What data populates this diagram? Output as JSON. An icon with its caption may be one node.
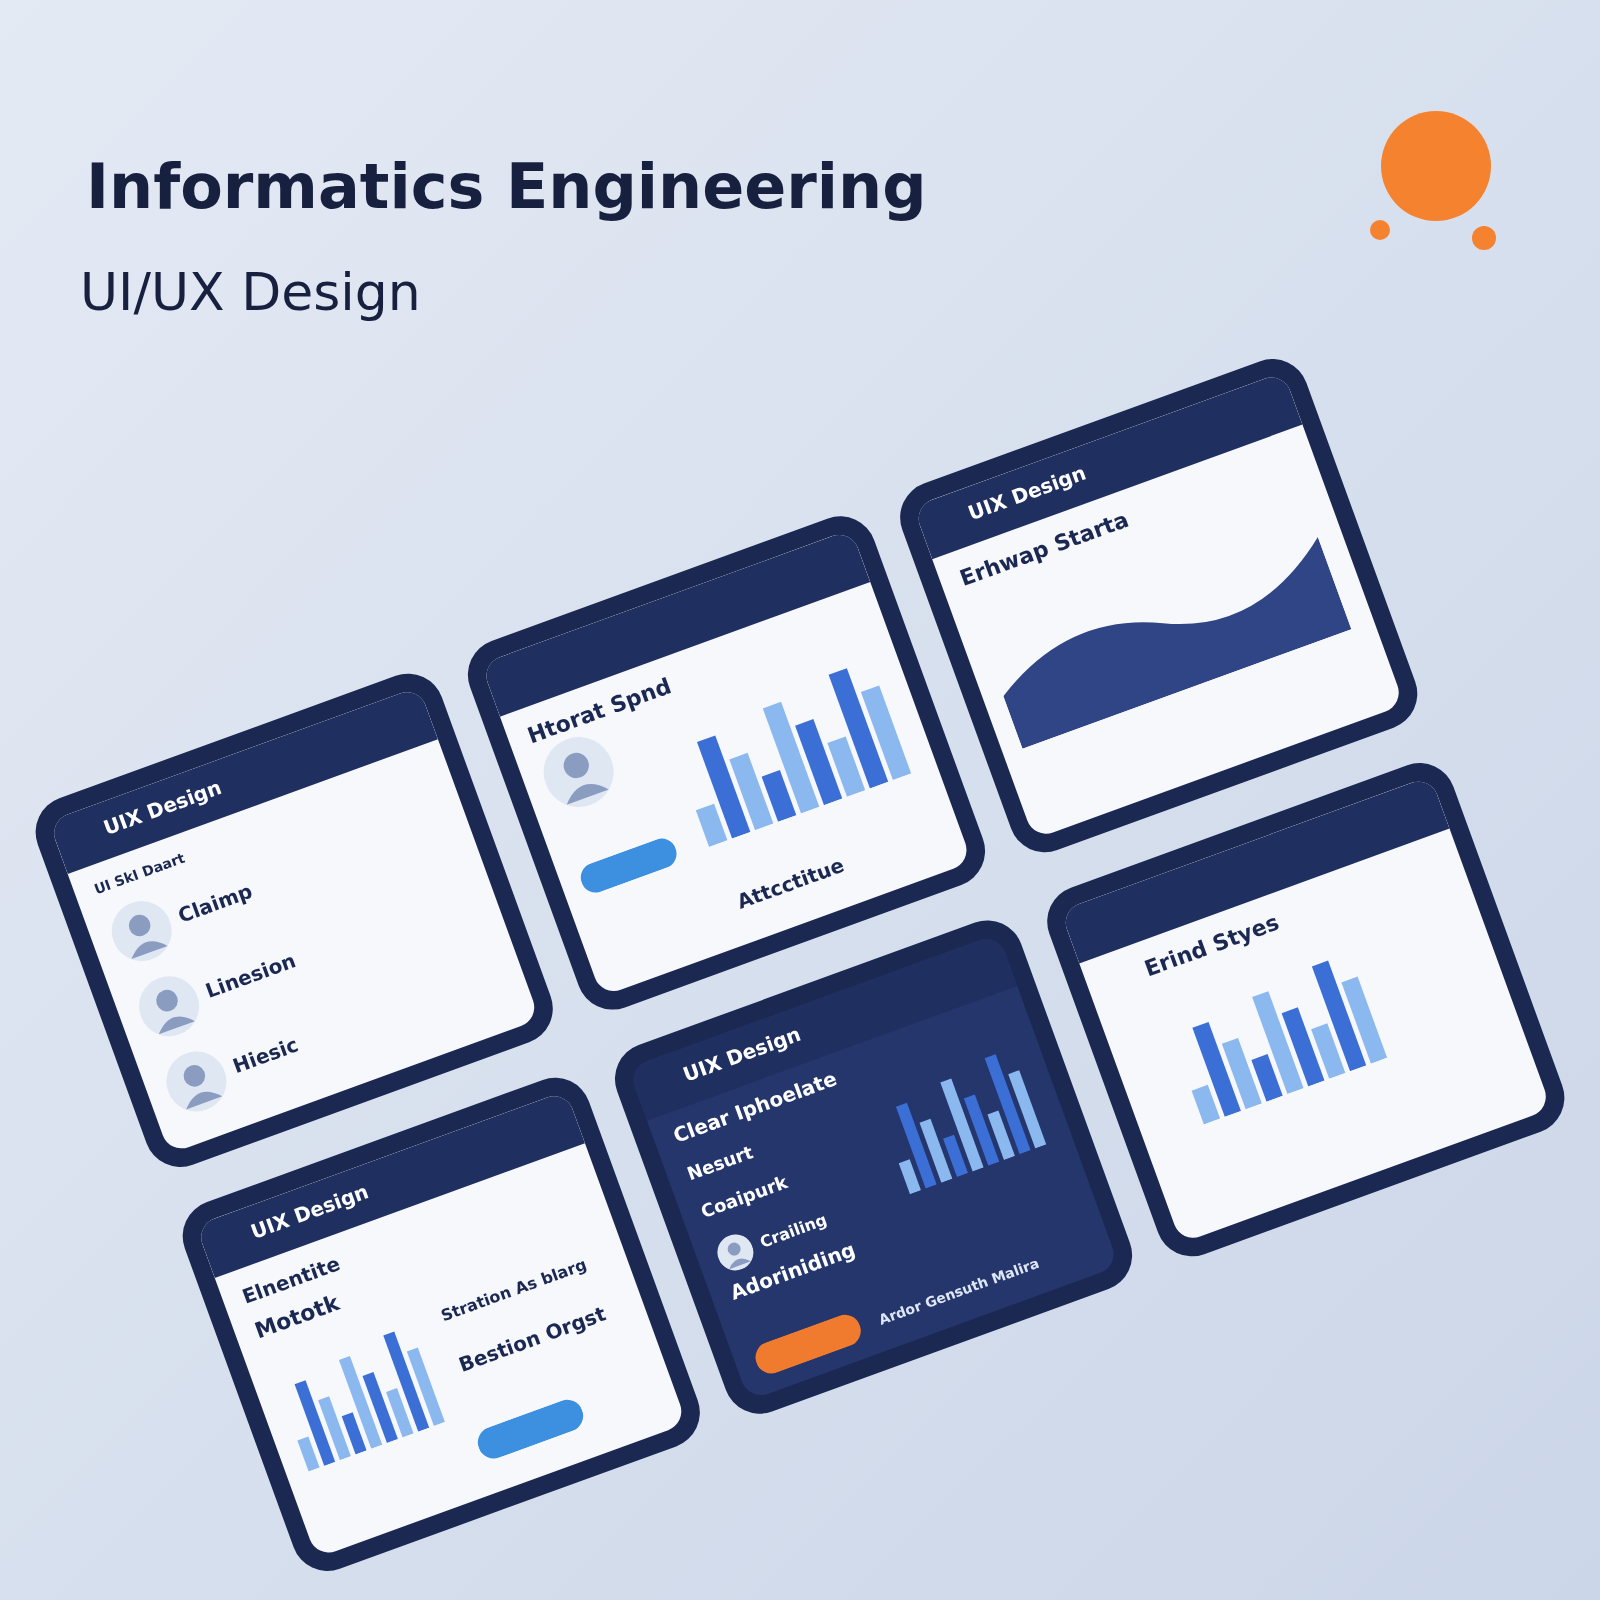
{
  "diagram": {
    "title": "Informatics Engineering",
    "labels": [
      "UI/UX Design",
      "UIX Design",
      "Erhwap Starta",
      "Attcctitue",
      "Htorat Spnd",
      "UIX Design",
      "UI SkI Daart",
      "Claimp",
      "Linesion",
      "Hiesic",
      "Adoriniding",
      "Erind Styes",
      "UIX Design",
      "Clear Iphoelate",
      "Ardor Gensuth Malira",
      "Nesurt",
      "Coaipurk",
      "Crailing",
      "Stration As blarg",
      "UIX Design",
      "Elnentite",
      "Bestion Orgst",
      "Mototk"
    ]
  }
}
